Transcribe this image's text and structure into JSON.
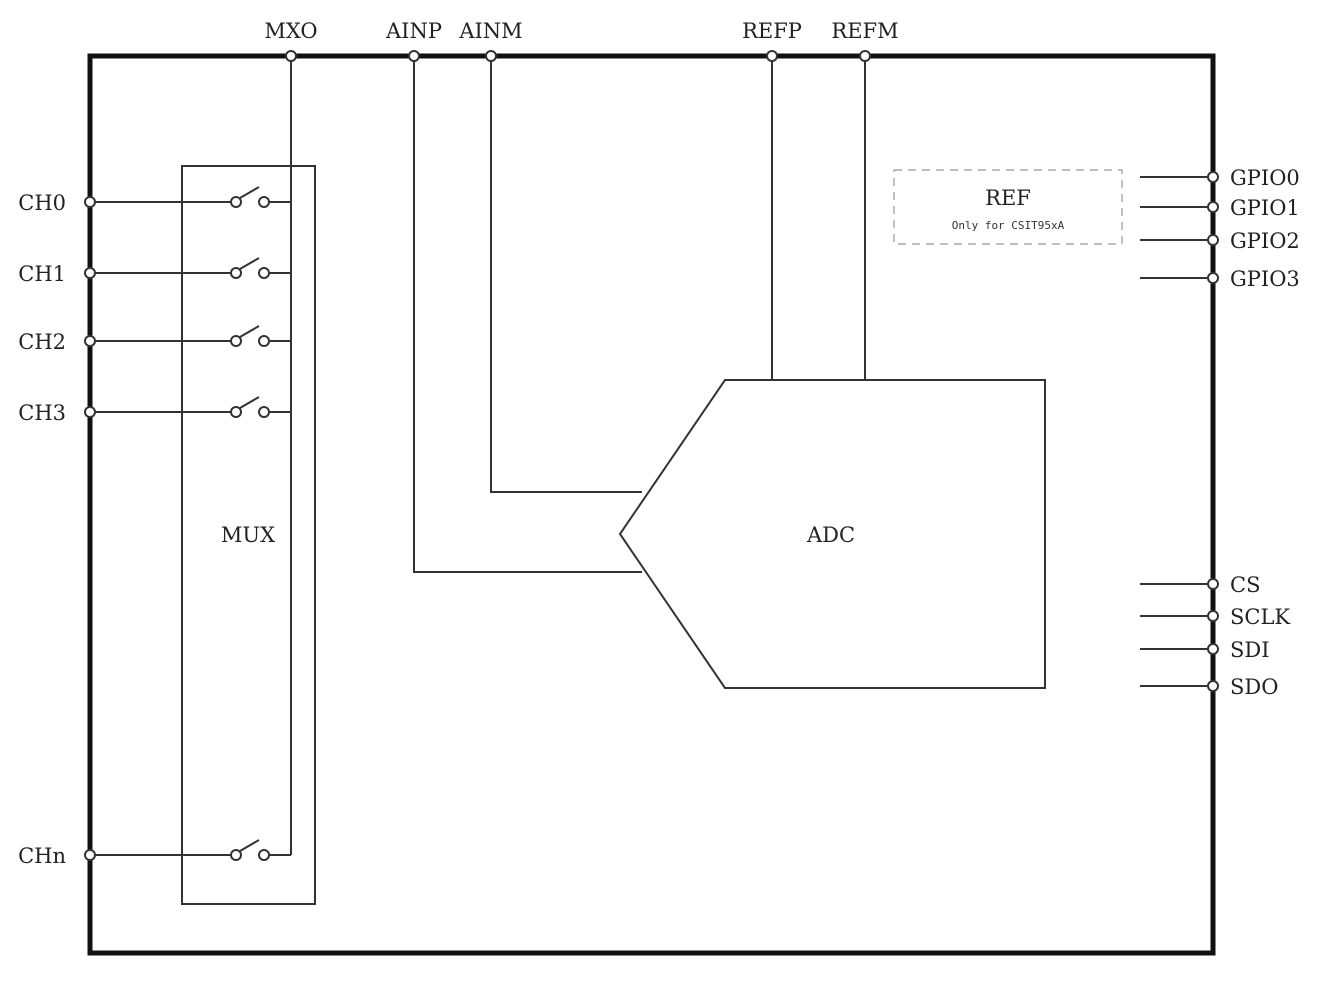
{
  "top_pins": [
    "MXO",
    "AINP",
    "AINM",
    "REFP",
    "REFM"
  ],
  "left_pins": [
    "CH0",
    "CH1",
    "CH2",
    "CH3",
    "CHn"
  ],
  "gpio_pins": [
    "GPIO0",
    "GPIO1",
    "GPIO2",
    "GPIO3"
  ],
  "spi_pins": [
    "CS",
    "SCLK",
    "SDI",
    "SDO"
  ],
  "mux_label": "MUX",
  "adc_label": "ADC",
  "ref_box": {
    "title": "REF",
    "note": "Only for CSIT95xA"
  }
}
